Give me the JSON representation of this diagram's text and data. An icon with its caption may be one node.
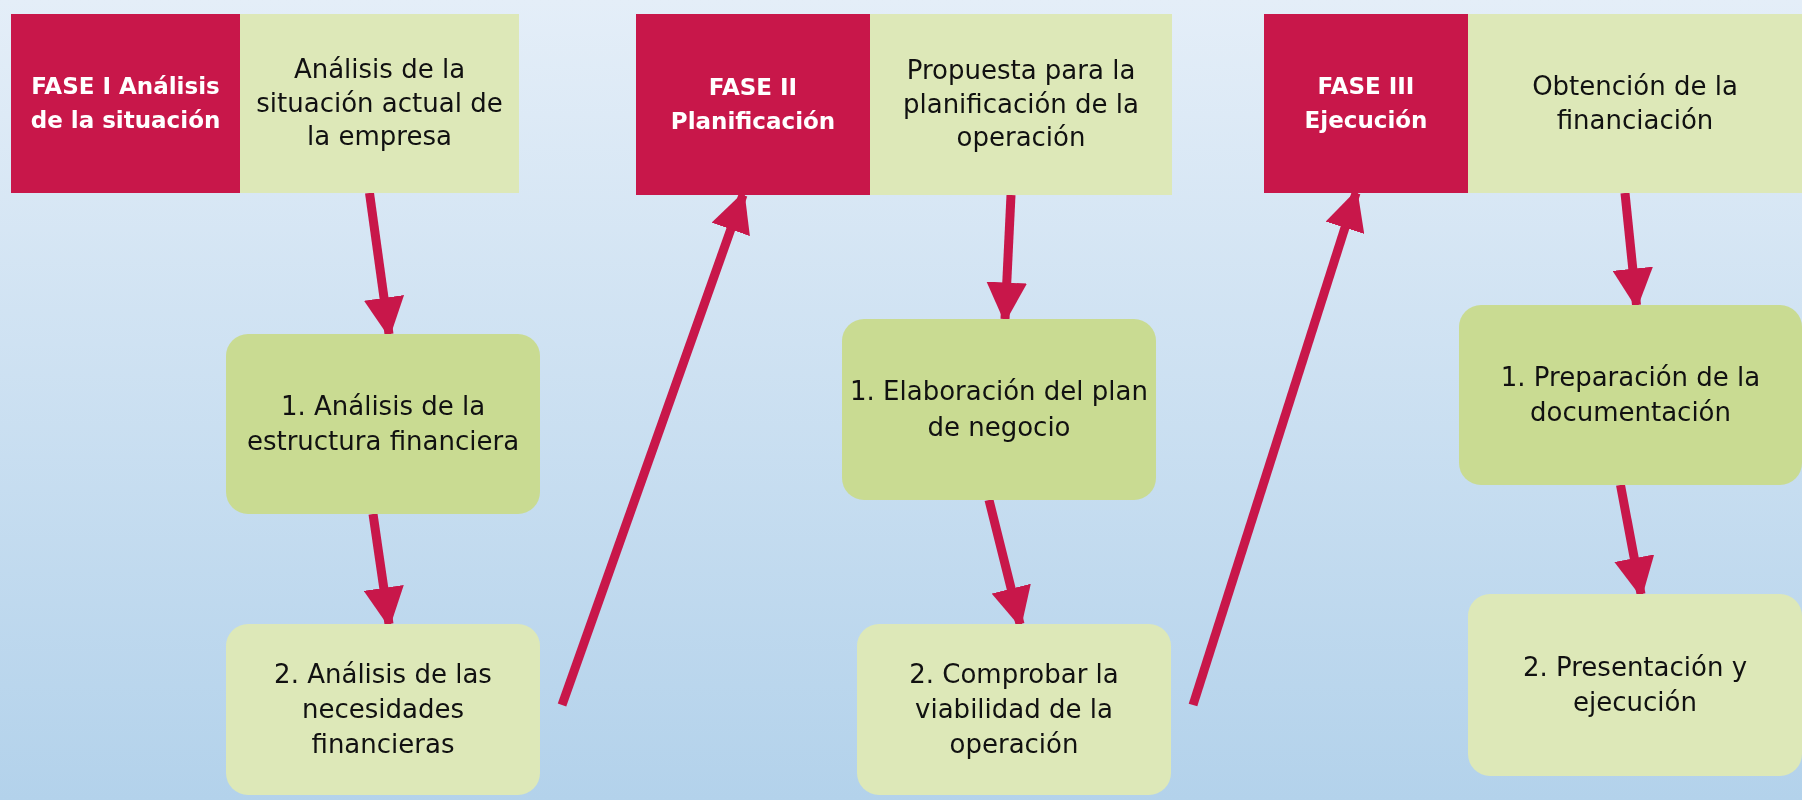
{
  "diagram": {
    "nodes": [
      {
        "text": [
          "FASE I Análisis de la situación"
        ]
      },
      {
        "text": [
          "Análisis de la situación actual de la empresa"
        ]
      },
      {
        "text": [
          "1. Análisis de la estructura financiera"
        ]
      },
      {
        "text": [
          "2. Análisis de las necesidades financieras"
        ]
      },
      {
        "text": [
          "FASE II Planificación"
        ]
      },
      {
        "text": [
          "Propuesta para la planificación de la operación"
        ]
      },
      {
        "text": [
          "1. Elaboración del plan de negocio"
        ]
      },
      {
        "text": [
          "2. Comprobar la viabilidad de la operación"
        ]
      },
      {
        "text": [
          "FASE III Ejecución"
        ]
      },
      {
        "text": [
          "Obtención de la financiación"
        ]
      },
      {
        "text": [
          "1. Preparación de la documentación"
        ]
      },
      {
        "text": [
          "2. Presentación y ejecución"
        ]
      }
    ],
    "edges": [
      {
        "from": 1,
        "to": 2,
        "arrow": "to"
      },
      {
        "from": 2,
        "to": 3,
        "arrow": "to"
      },
      {
        "from": 3,
        "to": 4,
        "arrow": "to"
      },
      {
        "from": 5,
        "to": 6,
        "arrow": "to"
      },
      {
        "from": 6,
        "to": 7,
        "arrow": "to"
      },
      {
        "from": 7,
        "to": 8,
        "arrow": "to"
      },
      {
        "from": 9,
        "to": 10,
        "arrow": "to"
      },
      {
        "from": 10,
        "to": 11,
        "arrow": "to"
      }
    ]
  }
}
